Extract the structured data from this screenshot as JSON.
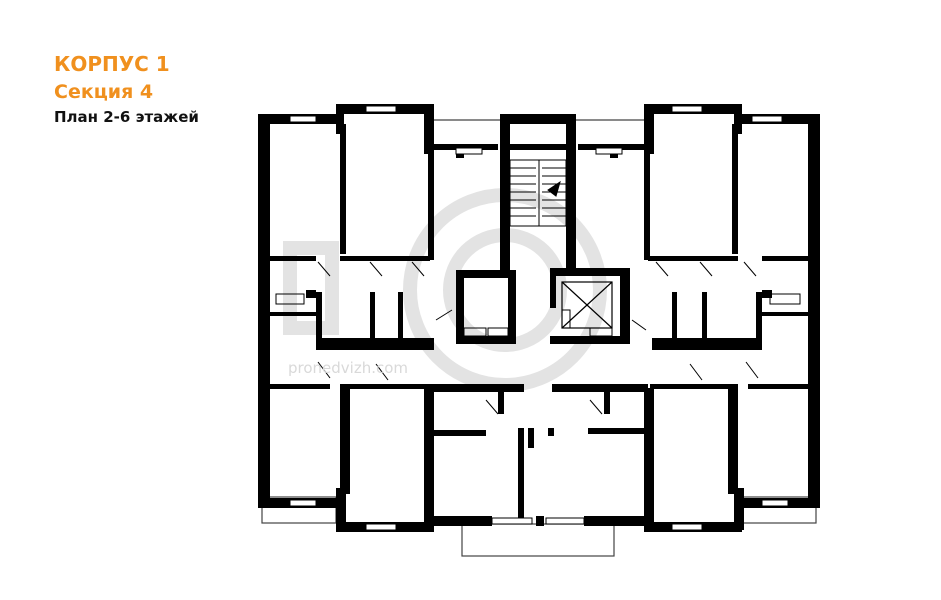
{
  "header": {
    "building": "КОРПУС 1",
    "section": "Секция 4",
    "plan": "План 2-6 этажей"
  },
  "watermark": {
    "text": "pronedvizh.com"
  },
  "colors": {
    "accent": "#f0901e",
    "wall": "#000000",
    "watermark": "#d9d9d9"
  }
}
